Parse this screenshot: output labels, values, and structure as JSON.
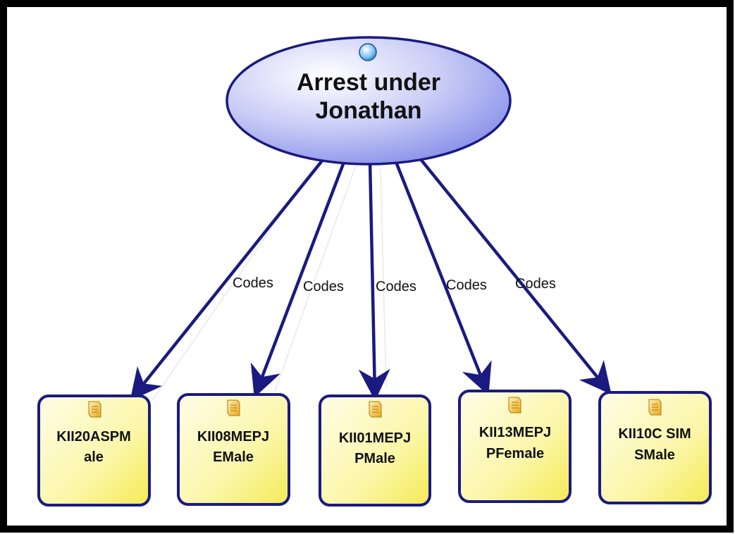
{
  "root": {
    "title_line1": "Arrest under",
    "title_line2": "Jonathan",
    "icon": "circle-icon",
    "fill_color": "#aab0f0",
    "border_color": "#1a1a80"
  },
  "edge_color": "#1a1a80",
  "child_fill_color": "#fbf6a0",
  "child_border_color": "#1a1a80",
  "edges": [
    {
      "label": "Codes"
    },
    {
      "label": "Codes"
    },
    {
      "label": "Codes"
    },
    {
      "label": "Codes"
    },
    {
      "label": "Codes"
    }
  ],
  "children": [
    {
      "line1": "KII20ASPM",
      "line2": "ale",
      "icon": "document-icon"
    },
    {
      "line1": "KII08MEPJ",
      "line2": "EMale",
      "icon": "document-icon"
    },
    {
      "line1": "KII01MEPJ",
      "line2": "PMale",
      "icon": "document-icon"
    },
    {
      "line1": "KII13MEPJ",
      "line2": "PFemale",
      "icon": "document-icon"
    },
    {
      "line1": "KII10C SIM",
      "line2": "SMale",
      "icon": "document-icon"
    }
  ]
}
